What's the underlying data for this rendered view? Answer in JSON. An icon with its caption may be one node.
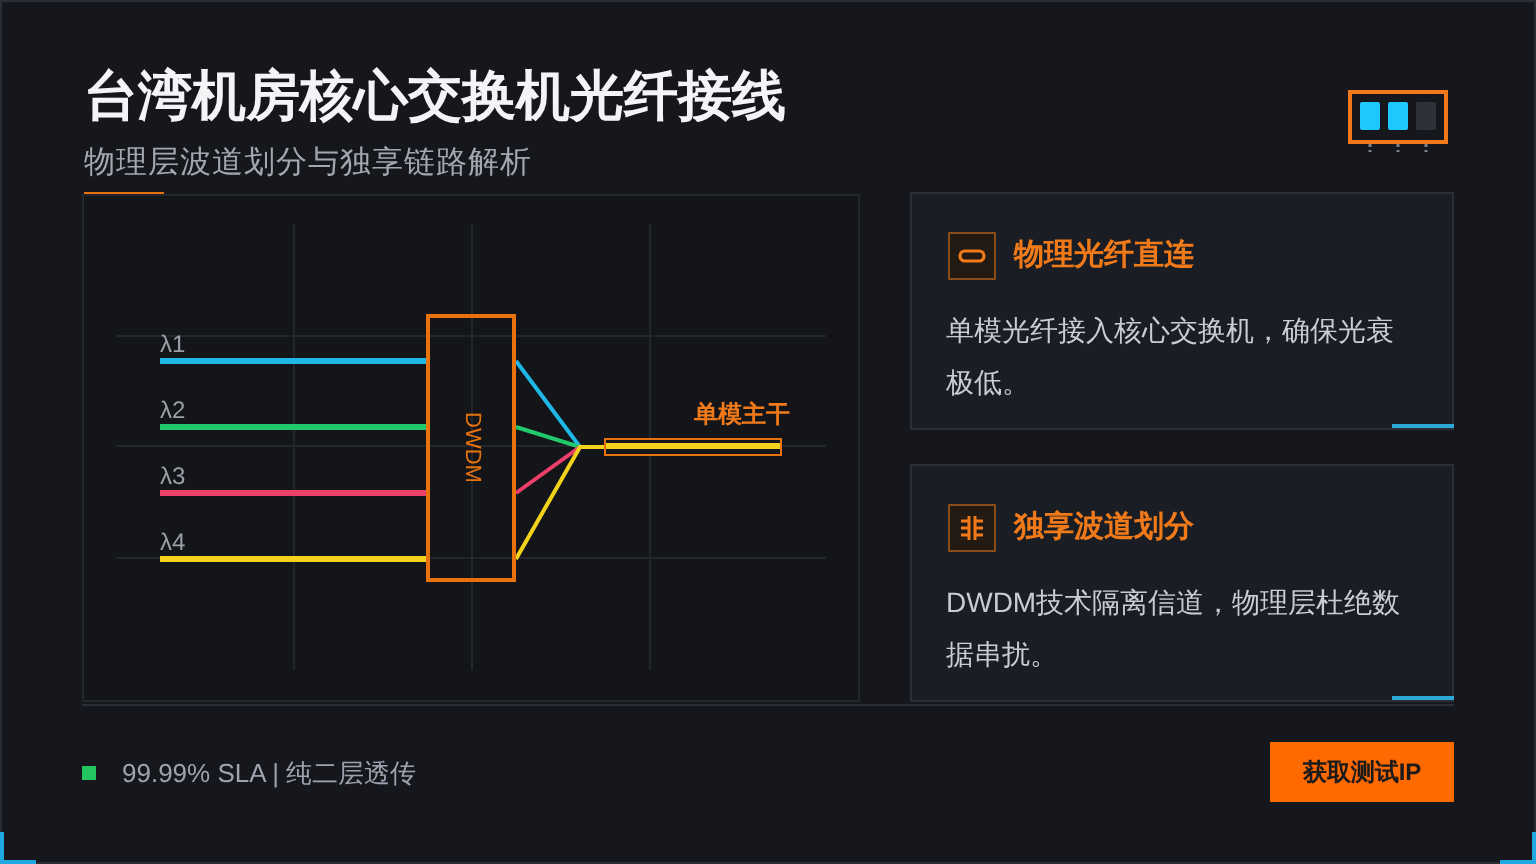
{
  "diagram": {
    "title": "台湾机房核心交换机光纤接线",
    "nodes": [
      {
        "text": [
          "λ1"
        ]
      },
      {
        "text": [
          "λ2"
        ]
      },
      {
        "text": [
          "λ3"
        ]
      },
      {
        "text": [
          "λ4"
        ]
      },
      {
        "text": [
          "DWDM"
        ]
      },
      {
        "text": [
          "单模主干"
        ]
      },
      {
        "text": [
          "物理光纤直连",
          "单模光纤接入核心交换机，确保光衰极低。"
        ]
      },
      {
        "text": [
          "独享波道划分",
          "DWDM技术隔离信道，物理层杜绝数据串扰。"
        ]
      },
      {
        "text": [
          "获取测试IP"
        ]
      }
    ],
    "edges": [
      {
        "from": 0,
        "to": 4,
        "arrow": "none",
        "color": "#1fb8e6"
      },
      {
        "from": 1,
        "to": 4,
        "arrow": "none",
        "color": "#22c96b"
      },
      {
        "from": 2,
        "to": 4,
        "arrow": "none",
        "color": "#ec3f6a"
      },
      {
        "from": 3,
        "to": 4,
        "arrow": "none",
        "color": "#f5d21c"
      },
      {
        "from": 4,
        "to": 5,
        "arrow": "none",
        "color": "#1fb8e6"
      },
      {
        "from": 4,
        "to": 5,
        "arrow": "none",
        "color": "#22c96b"
      },
      {
        "from": 4,
        "to": 5,
        "arrow": "none",
        "color": "#ec3f6a"
      },
      {
        "from": 4,
        "to": 5,
        "arrow": "none",
        "color": "#f5d21c"
      }
    ],
    "labels": [
      "物理层波道划分与独享链路解析",
      "99.99% SLA | 纯二层透传"
    ]
  }
}
